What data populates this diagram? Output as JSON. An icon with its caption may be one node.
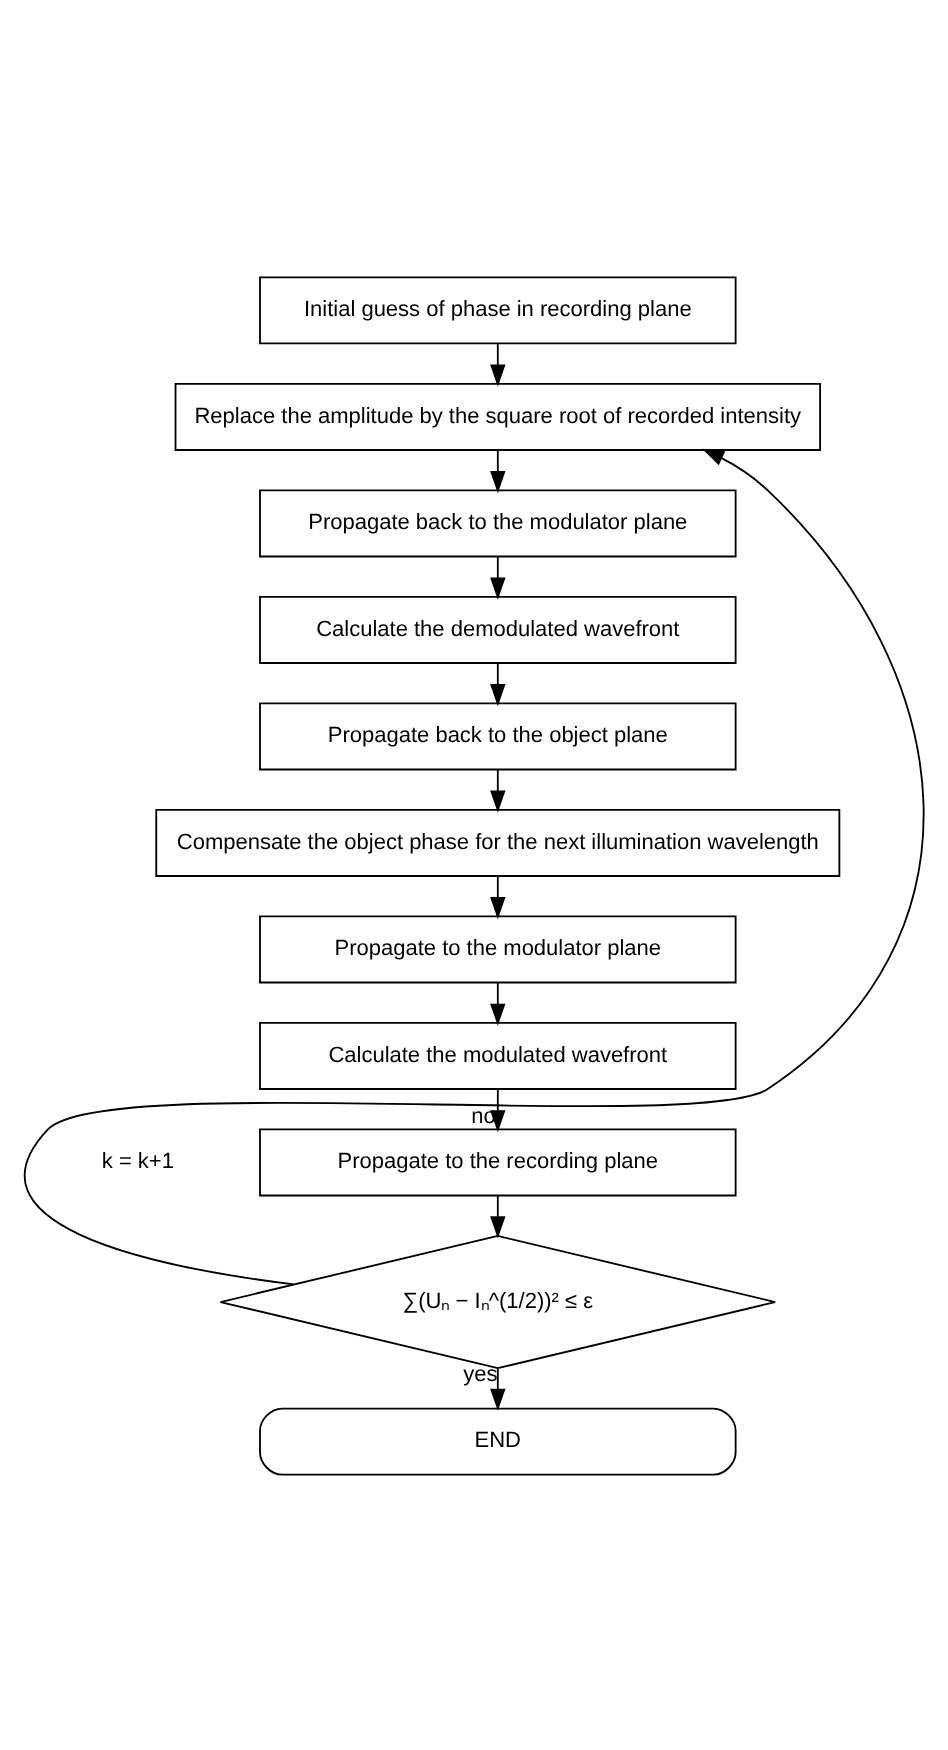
{
  "diagram": {
    "nodes": [
      {
        "text": [
          "Initial guess of phase in recording plane"
        ]
      },
      {
        "text": [
          "Replace the amplitude by the square root of recorded intensity"
        ]
      },
      {
        "text": [
          "Propagate back to the modulator plane"
        ]
      },
      {
        "text": [
          "Calculate the demodulated wavefront"
        ]
      },
      {
        "text": [
          "Propagate back to the object plane"
        ]
      },
      {
        "text": [
          "Compensate the object phase for the next illumination wavelength"
        ]
      },
      {
        "text": [
          "Propagate to the modulator plane"
        ]
      },
      {
        "text": [
          "Calculate the modulated wavefront"
        ]
      },
      {
        "text": [
          "Propagate to the recording plane"
        ]
      },
      {
        "text": [
          "∑(Uₙ − Iₙ^(1/2))² ≤ ε"
        ]
      },
      {
        "text": [
          "END"
        ]
      }
    ],
    "edges": [
      {
        "from": 0,
        "to": 1,
        "arrow": "to"
      },
      {
        "from": 1,
        "to": 2,
        "arrow": "to"
      },
      {
        "from": 2,
        "to": 3,
        "arrow": "to"
      },
      {
        "from": 3,
        "to": 4,
        "arrow": "to"
      },
      {
        "from": 4,
        "to": 5,
        "arrow": "to"
      },
      {
        "from": 5,
        "to": 6,
        "arrow": "to"
      },
      {
        "from": 6,
        "to": 7,
        "arrow": "to"
      },
      {
        "from": 7,
        "to": 8,
        "arrow": "to"
      },
      {
        "from": 8,
        "to": 9,
        "arrow": "to"
      },
      {
        "from": 9,
        "to": 10,
        "label": "yes",
        "arrow": "to"
      },
      {
        "from": 9,
        "to": 1,
        "label": "no",
        "arrow": "to"
      }
    ],
    "labels": [
      "k = k+1"
    ]
  }
}
